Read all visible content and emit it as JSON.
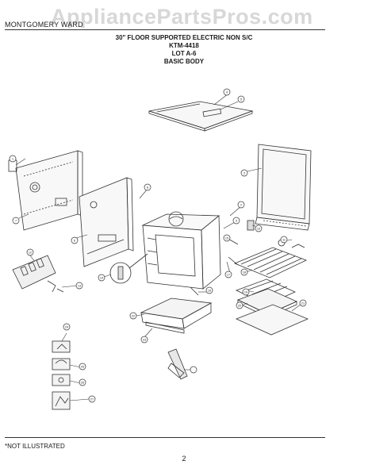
{
  "header": {
    "brand": "MONTGOMERY WARD",
    "watermark": "AppliancePartsPros.com"
  },
  "titles": {
    "line1": "30\" FLOOR SUPPORTED ELECTRIC NON S/C",
    "line2": "KTM-4418",
    "line3": "LOT A-6",
    "line4": "BASIC BODY"
  },
  "callouts": {
    "c1": "1",
    "c2": "2",
    "c3": "3",
    "c4": "4",
    "c5": "5",
    "c6": "6",
    "c7": "7",
    "c8": "8",
    "c9": "9",
    "c10": "10",
    "c11": "11",
    "c12": "12",
    "c13": "13",
    "c14": "14",
    "c15": "15",
    "c16": "16",
    "c17": "17",
    "c18": "18",
    "c19": "19",
    "c20": "20",
    "c21": "21",
    "c22": "22",
    "c23": "23",
    "c24": "24",
    "c25": "25",
    "c26": "26",
    "c27": "27"
  },
  "footer": {
    "note": "*NOT ILLUSTRATED",
    "page": "2"
  }
}
